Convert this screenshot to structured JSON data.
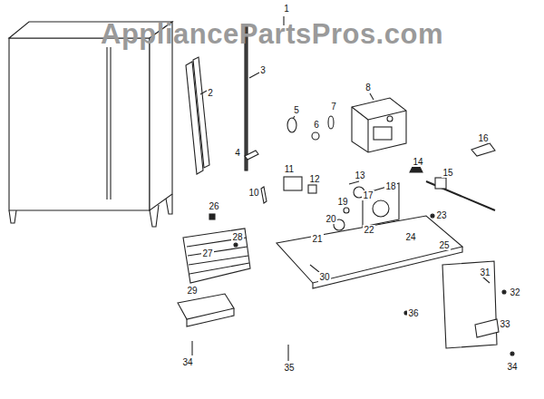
{
  "diagram": {
    "labels": [
      "AppliancePartsPros.com",
      "1",
      "2",
      "3",
      "4",
      "5",
      "6",
      "7",
      "8",
      "10",
      "11",
      "12",
      "13",
      "14",
      "15",
      "16",
      "17",
      "18",
      "19",
      "20",
      "21",
      "22",
      "23",
      "24",
      "25",
      "26",
      "27",
      "28",
      "29",
      "30",
      "31",
      "32",
      "33",
      "34",
      "34",
      "35",
      "36"
    ]
  }
}
